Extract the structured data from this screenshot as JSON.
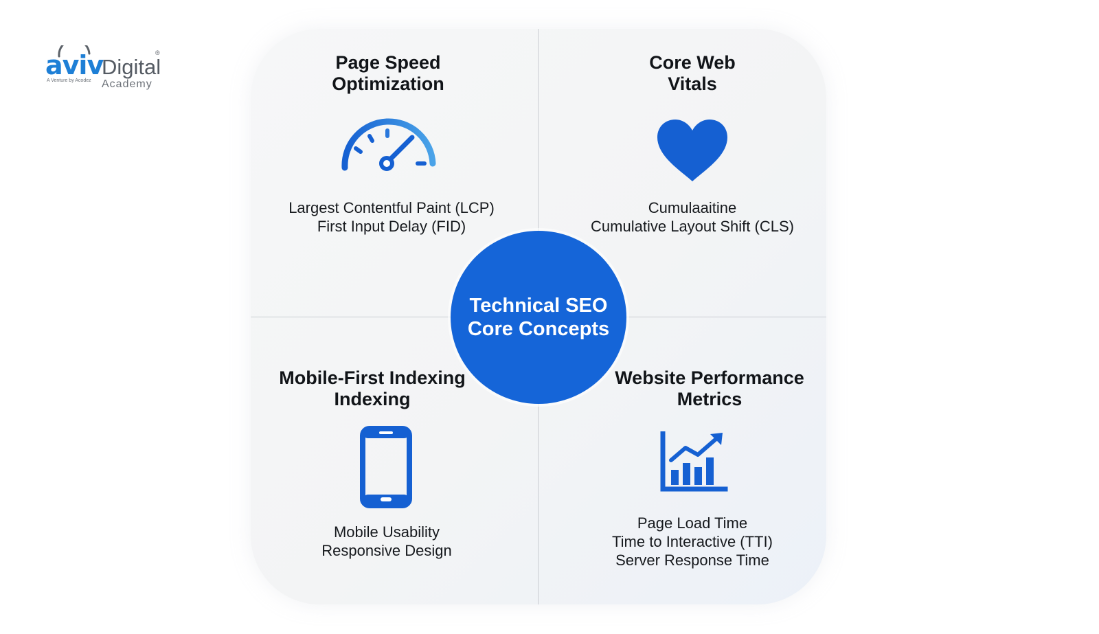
{
  "logo": {
    "brand": "aviv",
    "name": "Digital",
    "registered": "®",
    "tagline": "A Venture by Acodez",
    "sub": "Academy"
  },
  "center": {
    "line1": "Technical SEO",
    "line2": "Core Concepts"
  },
  "quadrants": {
    "top_left": {
      "title_line1": "Page Speed",
      "title_line2": "Optimization",
      "icon": "speedometer-icon",
      "text_line1": "Largest Contentful Paint (LCP)",
      "text_line2": "First Input Delay (FID)"
    },
    "top_right": {
      "title_line1": "Core Web",
      "title_line2": "Vitals",
      "icon": "heart-icon",
      "text_line1": "Cumulaaitine",
      "text_line2": "Cumulative Layout Shift (CLS)"
    },
    "bottom_left": {
      "title_line1": "Mobile-First Indexing",
      "title_line2": "Indexing",
      "icon": "smartphone-icon",
      "text_line1": "Mobile Usability",
      "text_line2": "Responsive Design"
    },
    "bottom_right": {
      "title_line1": "Website Performance",
      "title_line2": "Metrics",
      "icon": "bar-chart-trend-icon",
      "text_line1": "Page Load Time",
      "text_line2": "Time to Interactive (TTI)",
      "text_line3": "Server Response Time"
    }
  },
  "colors": {
    "accent": "#1565d8",
    "icon_blue": "#1560d2",
    "icon_light_blue": "#4aa3e8",
    "panel_bg": "#f4f5f6",
    "divider": "#c9ccd1"
  }
}
